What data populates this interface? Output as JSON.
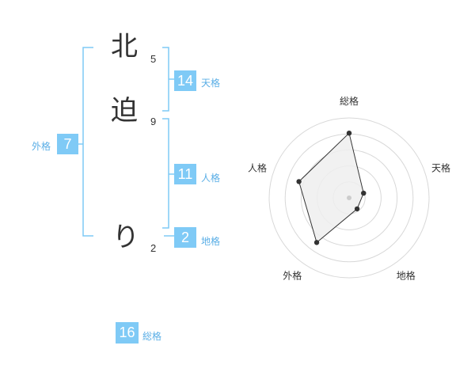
{
  "name": {
    "characters": [
      {
        "char": "北",
        "strokes": "5"
      },
      {
        "char": "迫",
        "strokes": "9"
      },
      {
        "char": "り",
        "strokes": "2"
      }
    ]
  },
  "fortune": {
    "tenkaku": {
      "value": "14",
      "label": "天格"
    },
    "jinkaku": {
      "value": "11",
      "label": "人格"
    },
    "chikaku": {
      "value": "2",
      "label": "地格"
    },
    "gaikaku": {
      "value": "7",
      "label": "外格"
    },
    "soukaku": {
      "value": "16",
      "label": "総格"
    }
  },
  "colors": {
    "accent": "#7fcaf6",
    "label": "#5aaee6",
    "text": "#333333",
    "radar_fill": "#efefef",
    "radar_ring": "#d8d8d8"
  },
  "chart_data": {
    "type": "radar",
    "axes": [
      "総格",
      "天格",
      "地格",
      "外格",
      "人格"
    ],
    "values": [
      0.81,
      0.19,
      0.17,
      0.69,
      0.66
    ],
    "rmax": 1,
    "rings": 5
  }
}
